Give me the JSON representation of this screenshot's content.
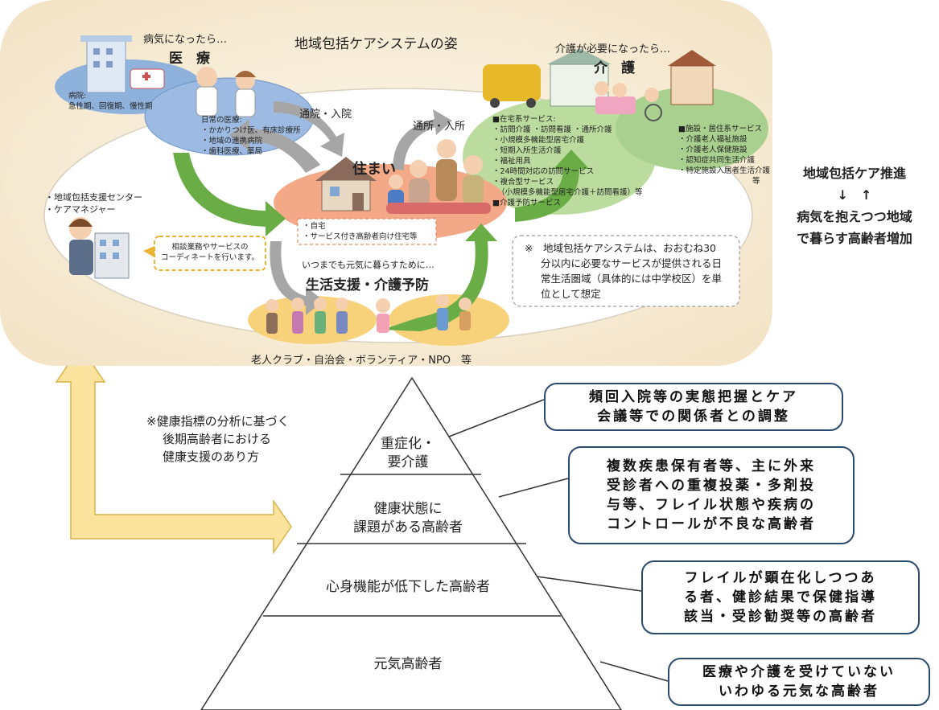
{
  "system": {
    "title": "地域包括ケアシステムの姿",
    "medical": {
      "heading_small": "病気になったら…",
      "heading": "医　療",
      "hospital": [
        "病院:",
        "急性期、回復期、慢性期"
      ],
      "daily_care": [
        "日常の医療:",
        "・かかりつけ医、有床診療所",
        "・地域の連携病院",
        "・歯科医療、薬局"
      ]
    },
    "care": {
      "heading_small": "介護が必要になったら…",
      "heading": "介　護",
      "home_services": [
        "■在宅系サービス:",
        "・訪問介護 ・訪問看護 ・通所介護",
        "・小規模多機能型居宅介護",
        "・短期入所生活介護",
        "・福祉用具",
        "・24時間対応の訪問サービス",
        "・複合型サービス",
        "（小規模多機能型居宅介護＋訪問看護）等",
        "■介護予防サービス"
      ],
      "facility_services": [
        "■施設・居住系サービス",
        "・介護老人福祉施設",
        "・介護老人保健施設",
        "・認知症共同生活介護",
        "・特定施設入居者生活介護",
        "等"
      ]
    },
    "arrows": {
      "outpatient": "通院・入院",
      "daycare": "通所・入所"
    },
    "housing": {
      "title": "住まい",
      "items": [
        "・自宅",
        "・サービス付き高齢者向け住宅等"
      ]
    },
    "support_center": [
      "・地域包括支援センター",
      "・ケアマネジャー"
    ],
    "consult": [
      "相談業務やサービスの",
      "コーディネートを行います。"
    ],
    "life_support": {
      "sub": "いつまでも元気に暮らすために…",
      "title": "生活支援・介護予防",
      "groups": "老人クラブ・自治会・ボランティア・NPO　等"
    },
    "note": [
      "※　地域包括ケアシステムは、おおむね30",
      "分以内に必要なサービスが提供される日",
      "常生活圏域（具体的には中学校区）を単",
      "位として想定"
    ]
  },
  "side_note": {
    "line1": "地域包括ケア推進",
    "arrows": "↓　↑",
    "line2": "病気を抱えつつ地域",
    "line3": "で暮らす高齢者増加"
  },
  "analysis_note": [
    "※健康指標の分析に基づく",
    "後期高齢者における",
    "健康支援のあり方"
  ],
  "pyramid": {
    "tiers": [
      {
        "label": [
          "重症化・",
          "要介護"
        ],
        "callout": [
          "頻回入院等の実態把握とケア",
          "会議等での関係者との調整"
        ]
      },
      {
        "label": [
          "健康状態に",
          "課題がある高齢者"
        ],
        "callout": [
          "複数疾患保有者等、主に外来",
          "受診者への重複投薬・多剤投",
          "与等、フレイル状態や疾病の",
          "コントロールが不良な高齢者"
        ]
      },
      {
        "label": [
          "心身機能が低下した高齢者"
        ],
        "callout": [
          "フレイルが顕在化しつつあ",
          "る者、健診結果で保健指導",
          "該当・受診勧奨等の高齢者"
        ]
      },
      {
        "label": [
          "元気高齢者"
        ],
        "callout": [
          "医療や介護を受けていない",
          "いわゆる元気な高齢者"
        ]
      }
    ]
  },
  "colors": {
    "panel": "#f6ecd8",
    "medical": "#8fb2dc",
    "care": "#a9d08e",
    "housing": "#f0a07e",
    "life": "#f7d27a",
    "green_arrow": "#6aac46",
    "gray_arrow": "#a6a6a6",
    "yellow_arrow": "#fbe29d",
    "callout_border": "#2b4a6f"
  }
}
